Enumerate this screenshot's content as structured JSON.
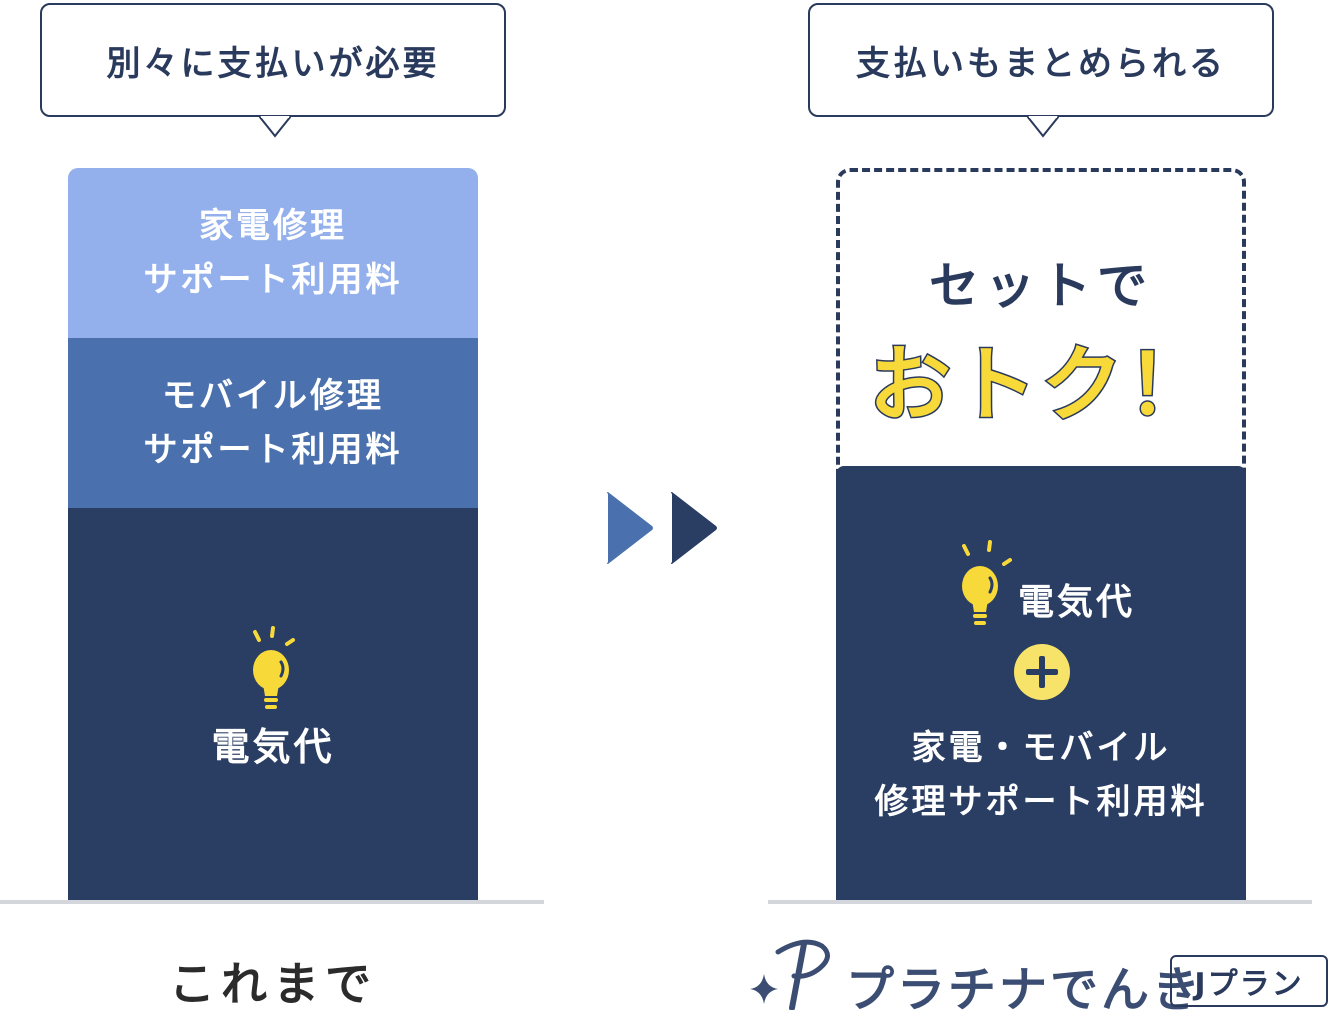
{
  "before": {
    "bubble_text": "別々に支払いが必要",
    "segments": {
      "appliance": [
        "家電修理",
        "サポート利用料"
      ],
      "mobile": [
        "モバイル修理",
        "サポート利用料"
      ],
      "electric": "電気代"
    },
    "caption": "これまで"
  },
  "after": {
    "bubble_text": "支払いもまとめられる",
    "set_text": "セットで",
    "otoku_text": "おトク！",
    "electric": "電気代",
    "combined": [
      "家電・モバイル",
      "修理サポート利用料"
    ]
  },
  "brand": {
    "name": "プラチナでんき",
    "plan": "Jプラン"
  },
  "colors": {
    "navy": "#2a3d62",
    "mid_blue": "#4a71ad",
    "light_blue": "#93b0ec",
    "yellow": "#f7d93a"
  },
  "icons": [
    "lightbulb-icon",
    "plus-icon",
    "play-arrows-icon",
    "brand-p-logo-icon",
    "sparkle-icon"
  ]
}
